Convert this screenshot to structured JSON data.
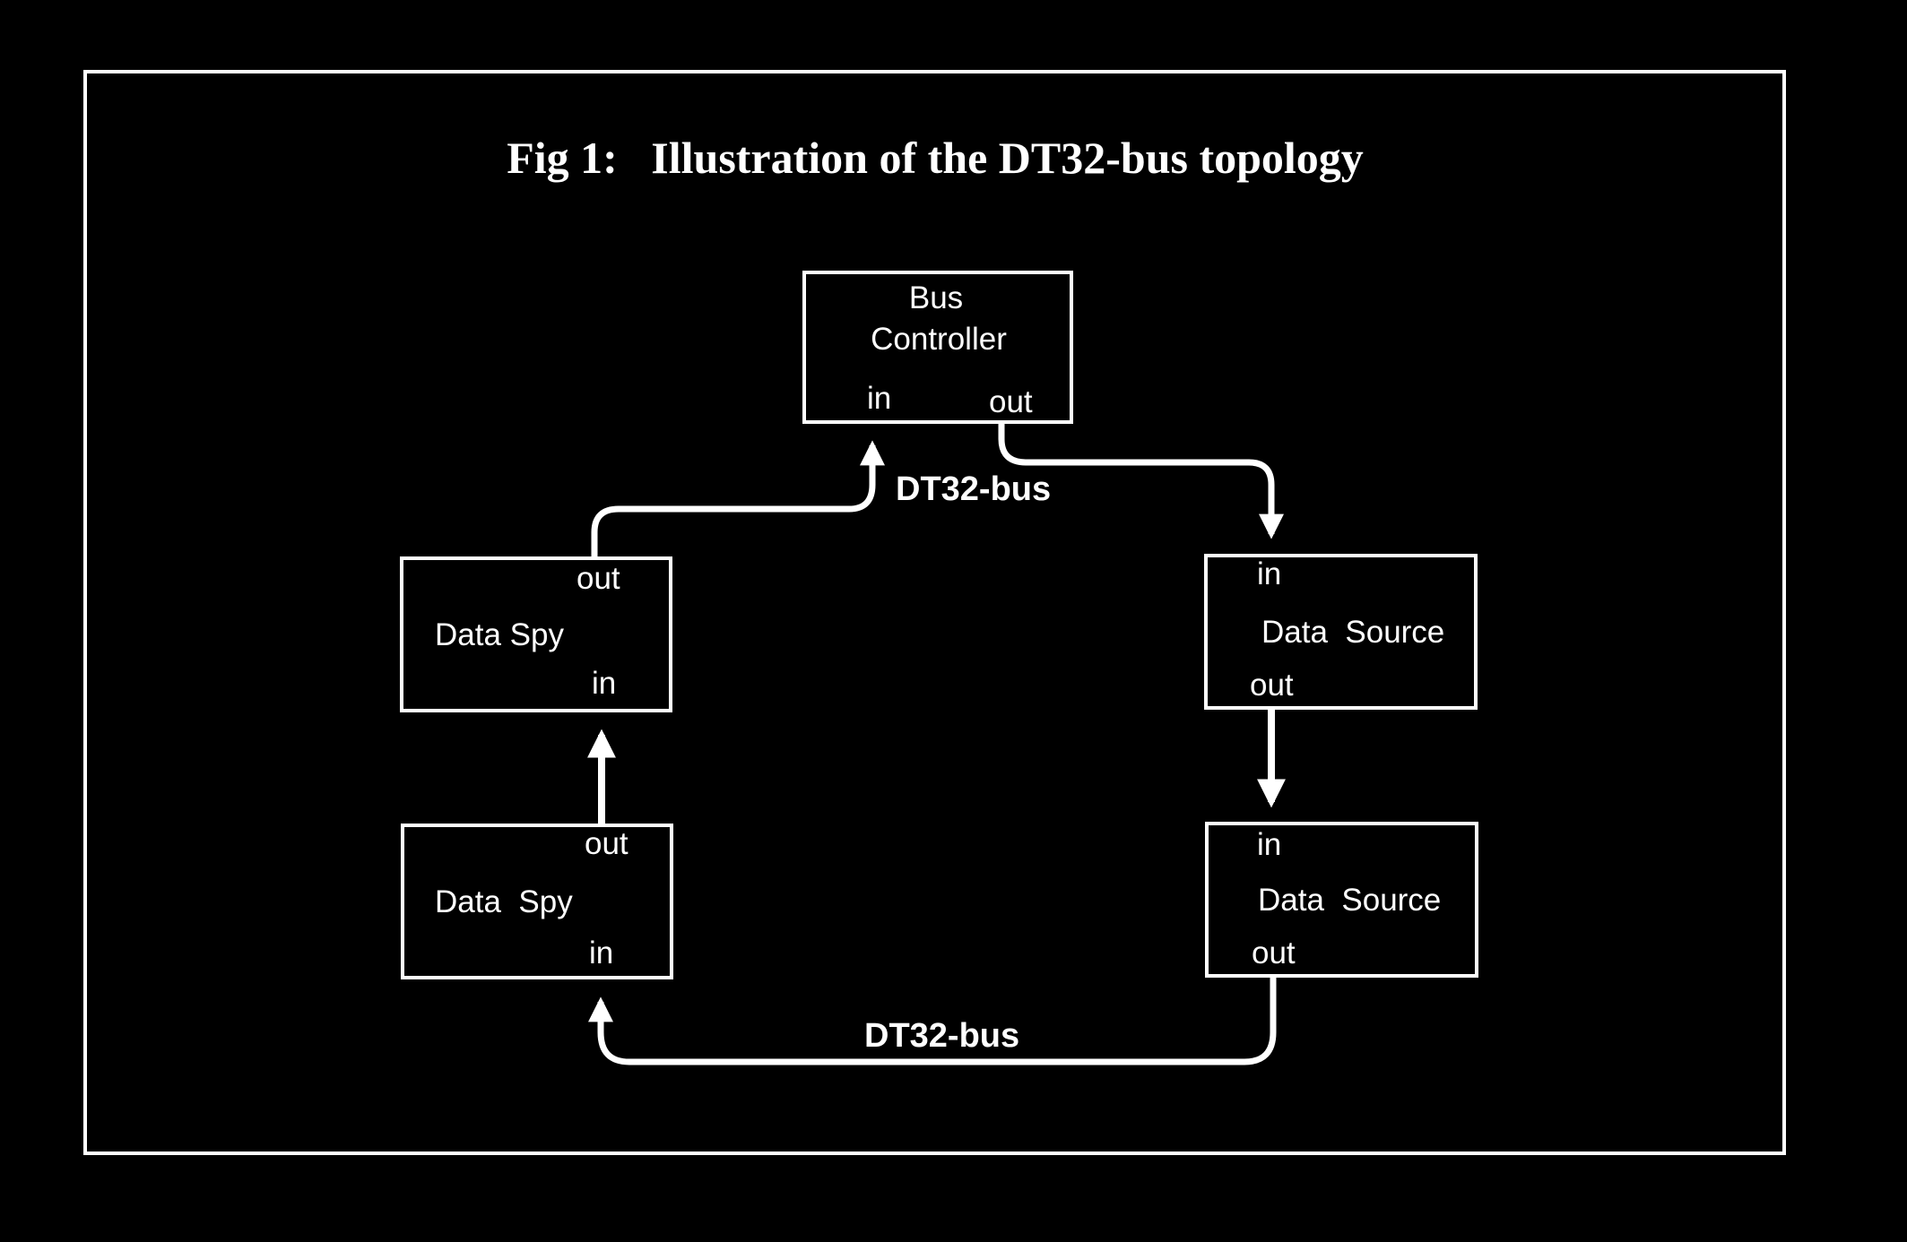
{
  "figure": {
    "title": "Fig 1:   Illustration of the DT32-bus topology",
    "colors": {
      "background": "#000000",
      "foreground": "#ffffff"
    }
  },
  "nodes": {
    "bus_controller": {
      "name_line1": "Bus",
      "name_line2": "Controller",
      "port_in": "in",
      "port_out": "out"
    },
    "data_spy_upper": {
      "name": "Data Spy",
      "port_out": "out",
      "port_in": "in"
    },
    "data_spy_lower": {
      "name": "Data  Spy",
      "port_out": "out",
      "port_in": "in"
    },
    "data_source_upper": {
      "name": "Data  Source",
      "port_in": "in",
      "port_out": "out"
    },
    "data_source_lower": {
      "name": "Data  Source",
      "port_in": "in",
      "port_out": "out"
    }
  },
  "bus_labels": {
    "top": "DT32-bus",
    "bottom": "DT32-bus"
  }
}
